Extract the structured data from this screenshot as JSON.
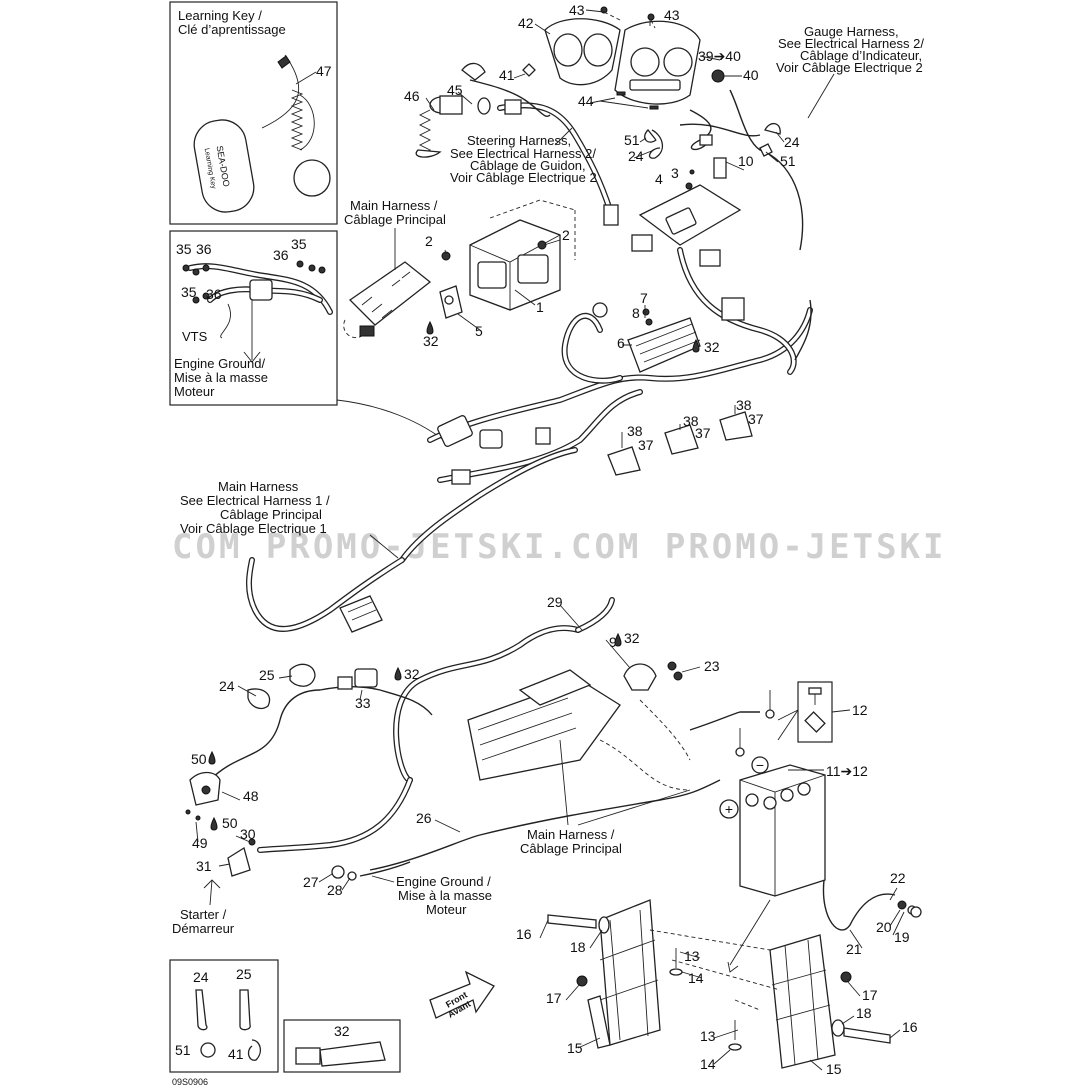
{
  "watermark": "COM  PROMO-JETSKI.COM  PROMO-JETSKI",
  "drawing_number": "09S0906",
  "insets": {
    "learning_key": {
      "title_en": "Learning Key /",
      "title_fr": "Clé d’aprentissage",
      "key_text_1": "SEA-DOO",
      "key_text_2": "Learning Key"
    },
    "engine_ground_top": {
      "vts": "VTS",
      "line1": "Engine Ground/",
      "line2": "Mise à la masse",
      "line3": "Moteur"
    },
    "clamps_box": {},
    "tube_box": {}
  },
  "labels": {
    "main_harness_top": {
      "line1": "Main Harness /",
      "line2": "Câblage Principal"
    },
    "steering_harness": {
      "line1": "Steering Harness,",
      "line2": "See Electrical Harness 2/",
      "line3": "Câblage de Guidon,",
      "line4": "Voir Câblage Electrique 2"
    },
    "gauge_harness": {
      "line1": "Gauge Harness,",
      "line2": "See Electrical Harness 2/",
      "line3": "Câblage d’Indicateur,",
      "line4": "Voir Câblage Electrique 2"
    },
    "main_harness_middle": {
      "line1": "Main Harness",
      "line2": "See Electrical Harness 1 /",
      "line3": "Câblage Principal",
      "line4": "Voir Câblage Electrique 1"
    },
    "main_harness_bottom": {
      "line1": "Main Harness /",
      "line2": "Câblage Principal"
    },
    "engine_ground_bottom": {
      "line1": "Engine Ground /",
      "line2": "Mise à la masse",
      "line3": "Moteur"
    },
    "starter": {
      "line1": "Starter /",
      "line2": "Démarreur"
    },
    "front": {
      "line1": "Front",
      "line2": "Avant"
    },
    "battery_plus": "+",
    "battery_minus": "−"
  },
  "callouts": {
    "n1": "1",
    "n2a": "2",
    "n2b": "2",
    "n3": "3",
    "n4": "4",
    "n5": "5",
    "n6": "6",
    "n7": "7",
    "n8": "8",
    "n9": "9",
    "n10": "10",
    "n11": "11➔12",
    "n12": "12",
    "n13a": "13",
    "n13b": "13",
    "n14a": "14",
    "n14b": "14",
    "n15a": "15",
    "n15b": "15",
    "n16a": "16",
    "n16b": "16",
    "n17a": "17",
    "n17b": "17",
    "n18a": "18",
    "n18b": "18",
    "n19": "19",
    "n20": "20",
    "n21": "21",
    "n22": "22",
    "n23": "23",
    "n24a": "24",
    "n24b": "24",
    "n24c": "24",
    "n24d": "24",
    "n25a": "25",
    "n25b": "25",
    "n26": "26",
    "n27": "27",
    "n28": "28",
    "n29": "29",
    "n30": "30",
    "n31": "31",
    "n32a": "32",
    "n32b": "32",
    "n32c": "32",
    "n32d": "32",
    "n32e": "32",
    "n33": "33",
    "n35a": "35",
    "n35b": "35",
    "n35c": "35",
    "n36a": "36",
    "n36b": "36",
    "n36c": "36",
    "n37a": "37",
    "n37b": "37",
    "n37c": "37",
    "n38a": "38",
    "n38b": "38",
    "n38c": "38",
    "n39": "39➔40",
    "n40": "40",
    "n41a": "41",
    "n41b": "41",
    "n42": "42",
    "n43a": "43",
    "n43b": "43",
    "n44": "44",
    "n45": "45",
    "n46": "46",
    "n47": "47",
    "n48": "48",
    "n49": "49",
    "n50a": "50",
    "n50b": "50",
    "n51a": "51",
    "n51b": "51",
    "n51c": "51"
  }
}
